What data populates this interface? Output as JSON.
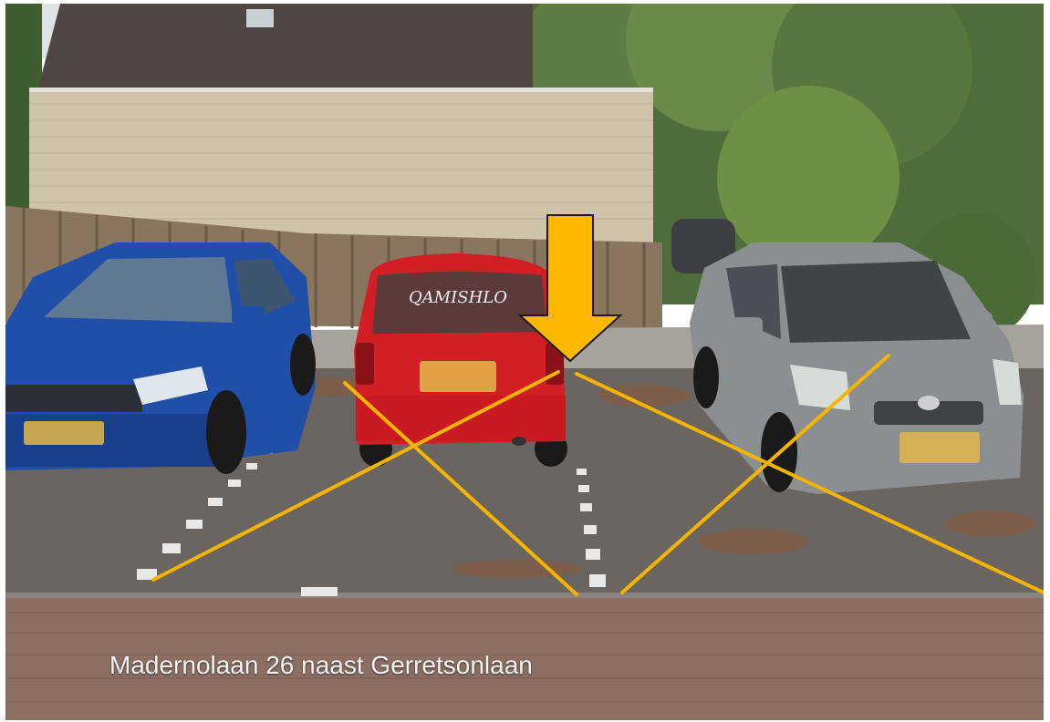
{
  "caption": "Madernolaan 26 naast Gerretsonlaan",
  "rear_window_text": "QAMISHLO",
  "colors": {
    "annotation_lines": "#f5b400",
    "arrow": "#ffb800",
    "blue_car": "#1f4fa8",
    "red_car": "#d21f26",
    "silver_car": "#8c8f92"
  },
  "annotations": {
    "arrow": "down-arrow",
    "cross_marks": 2
  }
}
